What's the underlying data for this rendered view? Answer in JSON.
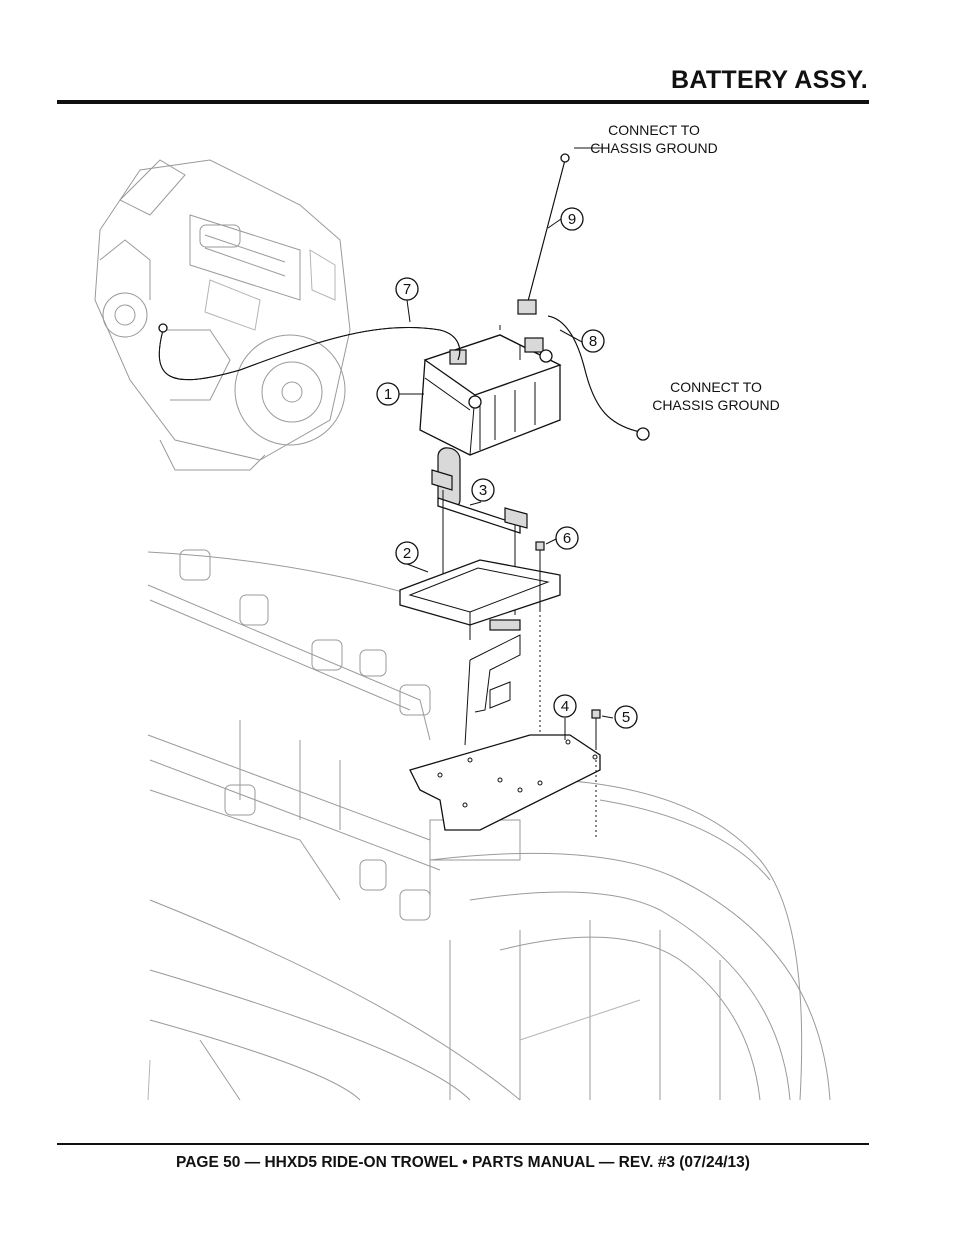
{
  "header": {
    "title": "BATTERY ASSY."
  },
  "footer": {
    "text": "PAGE 50 — HHXD5 RIDE-ON TROWEL • PARTS MANUAL — REV. #3 (07/24/13)"
  },
  "annotations": {
    "ground_top": {
      "line1": "CONNECT TO",
      "line2": "CHASSIS GROUND"
    },
    "ground_right": {
      "line1": "CONNECT TO",
      "line2": "CHASSIS GROUND"
    }
  },
  "callouts": {
    "c1": "1",
    "c2": "2",
    "c3": "3",
    "c4": "4",
    "c5": "5",
    "c6": "6",
    "c7": "7",
    "c8": "8",
    "c9": "9"
  }
}
